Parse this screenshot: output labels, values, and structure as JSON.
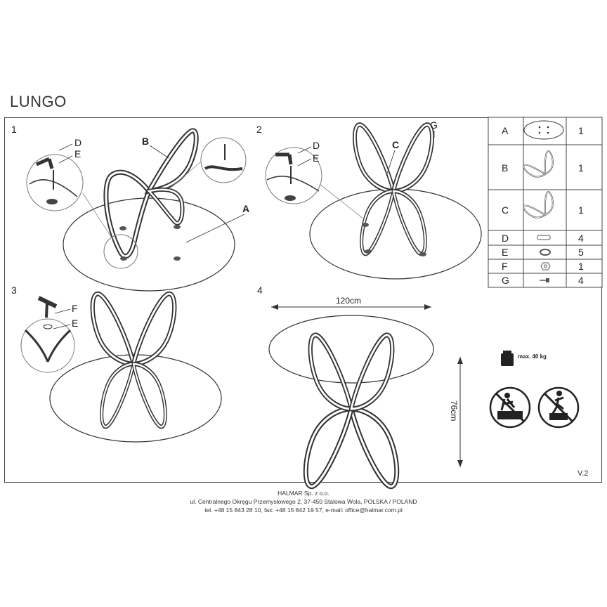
{
  "title": "LUNGO",
  "steps": [
    "1",
    "2",
    "3",
    "4"
  ],
  "step1": {
    "labels": [
      "D",
      "E",
      "B",
      "A"
    ]
  },
  "step2": {
    "labels": [
      "D",
      "E",
      "C",
      "G"
    ]
  },
  "step3": {
    "labels": [
      "F",
      "E"
    ]
  },
  "dimensions": {
    "width": "120cm",
    "height": "76cm"
  },
  "parts": [
    {
      "letter": "A",
      "qty": "1"
    },
    {
      "letter": "B",
      "qty": "1"
    },
    {
      "letter": "C",
      "qty": "1"
    },
    {
      "letter": "D",
      "qty": "4"
    },
    {
      "letter": "E",
      "qty": "5"
    },
    {
      "letter": "F",
      "qty": "1"
    },
    {
      "letter": "G",
      "qty": "4"
    }
  ],
  "max_load": "max. 40 kg",
  "version": "V.2",
  "footer": {
    "company": "HALMAR Sp. z o.o.",
    "address": "ul. Centralnego Okręgu Przemysłowego 2, 37-450 Stalowa Wola, POLSKA / POLAND",
    "contact": "tel. +48 15 843 28 10, fax: +48 15 842 19 57, e-mail: office@halmar.com.pl"
  }
}
